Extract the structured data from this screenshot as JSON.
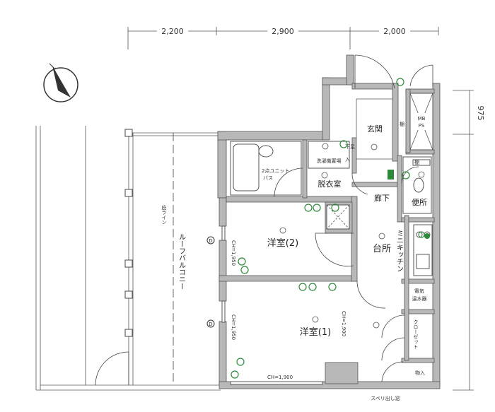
{
  "dimensions": {
    "top": [
      "2,200",
      "2,900",
      "2,000"
    ],
    "right": "975"
  },
  "rooms": {
    "entrance": "玄関",
    "shoe_cabinet": "棚",
    "laundry": "洗濯機置場",
    "unit_bath_1": "2点ユニット",
    "unit_bath_2": "バス",
    "dressing": "脱衣室",
    "corridor": "廊下",
    "toilet": "便所",
    "toilet_shelf": "棚",
    "western2": "洋室(2)",
    "western1": "洋室(1)",
    "kitchen": "台所",
    "mini_kitchen": "ミニキッチン",
    "water_heater_1": "電気",
    "water_heater_2": "温水器",
    "closet": "クローゼット",
    "storage": "物入",
    "mb_ps_1": "MB",
    "mb_ps_2": "PS",
    "roof_balcony": "ルーフバルコニー",
    "eave_line": "庇ライン",
    "sliding_window": "スベリ出し窓",
    "shoe_text_1": "下足",
    "shoe_text_2": "入"
  },
  "ceiling_heights": {
    "w2_left": "CH=1,950",
    "w1_left": "CH=1,950",
    "w1_right": "CH=1,900",
    "w1_bottom": "CH=1,900"
  },
  "symbols": {
    "d_mark": "D"
  },
  "colors": {
    "wall": "#b8b8b8",
    "equipment": "#2c8a3a",
    "line": "#555555"
  }
}
